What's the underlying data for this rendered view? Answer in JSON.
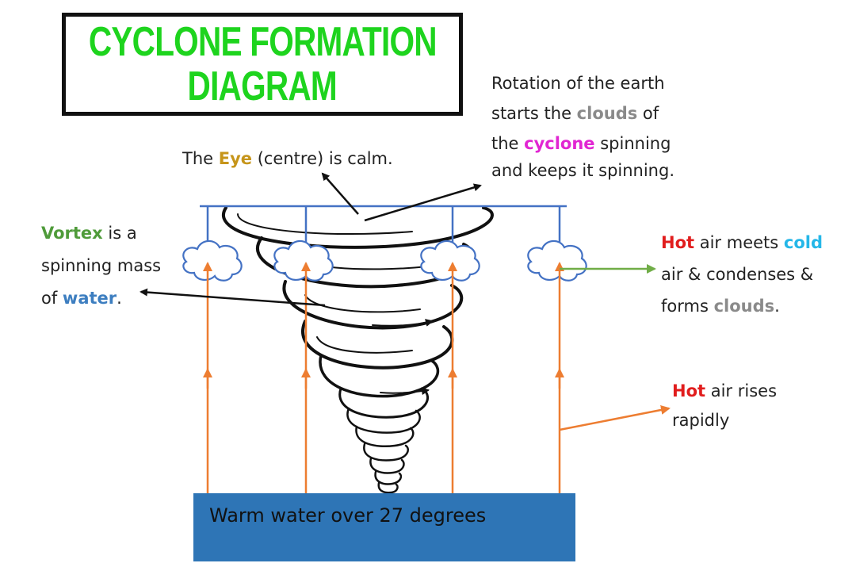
{
  "title": {
    "line1": "CYCLONE FORMATION",
    "line2": "DIAGRAM"
  },
  "colors": {
    "title_green": "#1ed41e",
    "vortex_green": "#4f9b3a",
    "water_blue": "#2e75b6",
    "hot_red": "#e11d1d",
    "cold_cyan": "#25b7e8",
    "clouds_grey": "#8a8a8a",
    "eye_gold": "#c6951a",
    "cyclone_magenta": "#e126d2",
    "down_arrow_blue": "#4472c4",
    "rising_air_orange": "#ed7d31",
    "cloud_arrow_green": "#70ad47"
  },
  "rotation": {
    "l1": "Rotation of the earth",
    "l2_a": "starts the ",
    "l2_clouds": "clouds",
    "l2_b": " of",
    "l3_a": "the ",
    "l3_cyclone": "cyclone",
    "l3_b": " spinning",
    "l4": "and keeps it spinning."
  },
  "eye": {
    "a": "The ",
    "eye": "Eye",
    "b": " (centre) is calm."
  },
  "vortex": {
    "vortex": "Vortex",
    "l1_b": " is a",
    "l2": "spinning mass",
    "l3_a": "of ",
    "water": "water",
    "l3_b": "."
  },
  "hot_meets": {
    "hot": "Hot",
    "l1_b": " air meets ",
    "cold": "cold",
    "l2": "air & condenses &",
    "l3_a": "forms ",
    "clouds": "clouds",
    "l3_b": "."
  },
  "rises": {
    "hot": "Hot",
    "l1_b": " air rises",
    "l2": "rapidly"
  },
  "water_label": "Warm water over 27 degrees"
}
